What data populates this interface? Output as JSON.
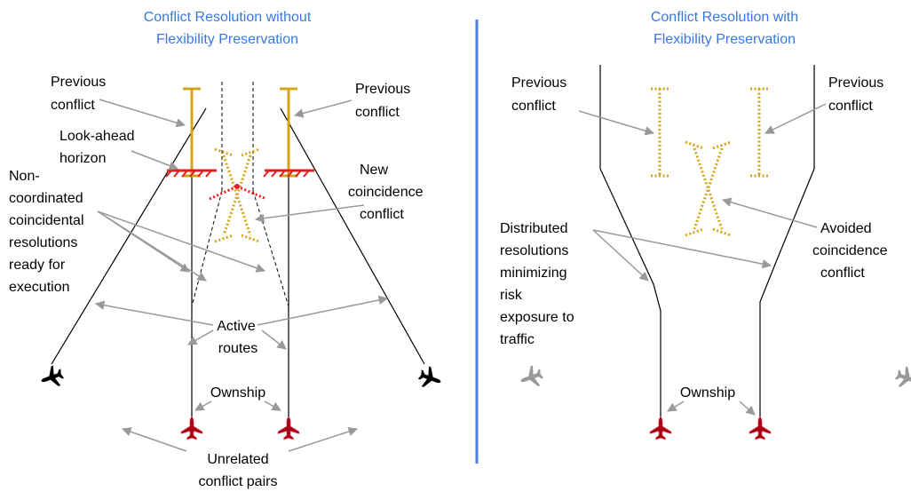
{
  "colors": {
    "title": "#3a78e0",
    "divider": "#4a7de6",
    "conflict": "#d4a418",
    "horizon": "#e02020",
    "leader": "#999999",
    "route": "#000000",
    "ownship": "#a80018",
    "ghost_aircraft": "#999999"
  },
  "left_panel": {
    "title_line1": "Conflict Resolution without",
    "title_line2": "Flexibility Preservation",
    "previous_conflict_left_1": "Previous",
    "previous_conflict_left_2": "conflict",
    "previous_conflict_right_1": "Previous",
    "previous_conflict_right_2": "conflict",
    "look_ahead_1": "Look-ahead",
    "look_ahead_2": "horizon",
    "non_coord_1": "Non-",
    "non_coord_2": "coordinated",
    "non_coord_3": "coincidental",
    "non_coord_4": "resolutions",
    "non_coord_5": "ready for",
    "non_coord_6": "execution",
    "new_conflict_1": "New",
    "new_conflict_2": "coincidence",
    "new_conflict_3": "conflict",
    "active_routes_1": "Active",
    "active_routes_2": "routes",
    "ownship": "Ownship",
    "unrelated_1": "Unrelated",
    "unrelated_2": "conflict pairs"
  },
  "right_panel": {
    "title_line1": "Conflict Resolution with",
    "title_line2": "Flexibility Preservation",
    "previous_conflict_left_1": "Previous",
    "previous_conflict_left_2": "conflict",
    "previous_conflict_right_1": "Previous",
    "previous_conflict_right_2": "conflict",
    "distributed_1": "Distributed",
    "distributed_2": "resolutions",
    "distributed_3": "minimizing",
    "distributed_4": "risk",
    "distributed_5": "exposure to",
    "distributed_6": "traffic",
    "avoided_1": "Avoided",
    "avoided_2": "coincidence",
    "avoided_3": "conflict",
    "ownship": "Ownship"
  }
}
